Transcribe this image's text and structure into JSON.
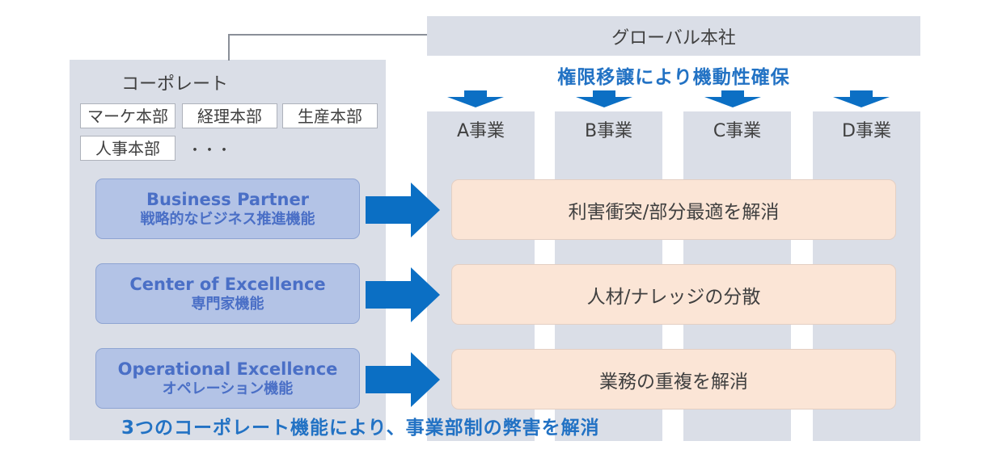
{
  "hq": {
    "label": "グローバル本社"
  },
  "delegation_note": "権限移譲により機動性確保",
  "corporate": {
    "title": "コーポレート",
    "departments": [
      "マーケ本部",
      "経理本部",
      "生産本部",
      "人事本部"
    ],
    "ellipsis": "・・・"
  },
  "business_units": [
    "A事業",
    "B事業",
    "C事業",
    "D事業"
  ],
  "functions": [
    {
      "en": "Business Partner",
      "jp": "戦略的なビジネス推進機能"
    },
    {
      "en": "Center of Excellence",
      "jp": "専門家機能"
    },
    {
      "en": "Operational Excellence",
      "jp": "オペレーション機能"
    }
  ],
  "issues": [
    "利害衝突/部分最適を解消",
    "人材/ナレッジの分散",
    "業務の重複を解消"
  ],
  "conclusion": "3つのコーポレート機能により、事業部制の弊害を解消",
  "colors": {
    "panel": "#dadee7",
    "function_box": "#b3c3e6",
    "function_text": "#4a6fc6",
    "issue_box": "#fbe5d6",
    "arrow": "#0b6fc4",
    "accent_text": "#2272c4"
  }
}
